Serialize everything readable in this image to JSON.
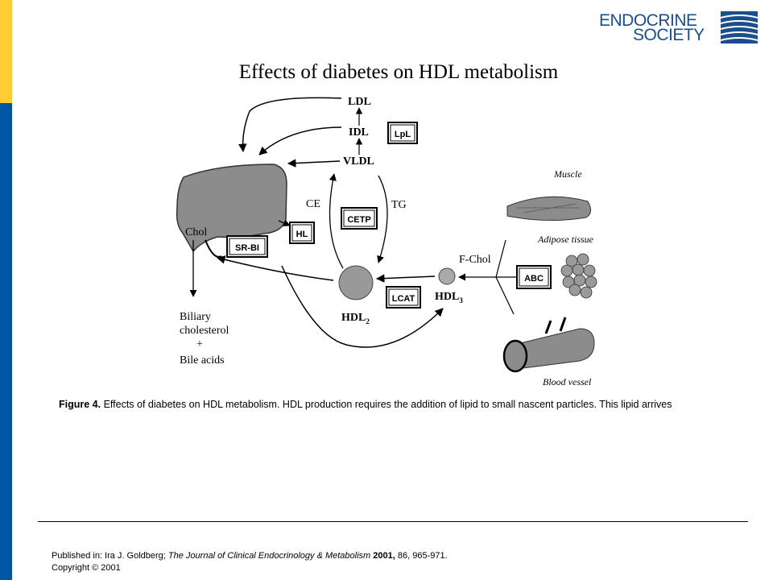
{
  "logo": {
    "line1": "ENDOCRINE",
    "line2": "SOCIETY"
  },
  "title": "Effects of diabetes on HDL metabolism",
  "diagram": {
    "lipoproteins": {
      "ldl": "LDL",
      "idl": "IDL",
      "vldl": "VLDL",
      "hdl2": "HDL",
      "hdl2_sub": "2",
      "hdl3": "HDL",
      "hdl3_sub": "3"
    },
    "enzymes": {
      "lpl": "LpL",
      "cetp": "CETP",
      "hl": "HL",
      "srbi": "SR-BI",
      "lcat": "LCAT",
      "abc": "ABC"
    },
    "labels": {
      "ce": "CE",
      "tg": "TG",
      "chol": "Chol",
      "fchol": "F-Chol",
      "biliary1": "Biliary",
      "biliary2": "cholesterol",
      "biliary3": "+",
      "biliary4": "Bile acids"
    },
    "tissues": {
      "muscle": "Muscle",
      "adipose": "Adipose tissue",
      "vessel": "Blood vessel"
    }
  },
  "caption": {
    "label": "Figure 4.",
    "text": "Effects of diabetes on HDL metabolism. HDL production requires the addition of lipid to small nascent particles. This lipid arrives"
  },
  "citation": {
    "prefix": "Published in: Ira J. Goldberg;",
    "journal": "The Journal of Clinical Endocrinology & Metabolism",
    "year": "2001,",
    "pages": "86, 965-971.",
    "copyright": "Copyright © 2001"
  }
}
